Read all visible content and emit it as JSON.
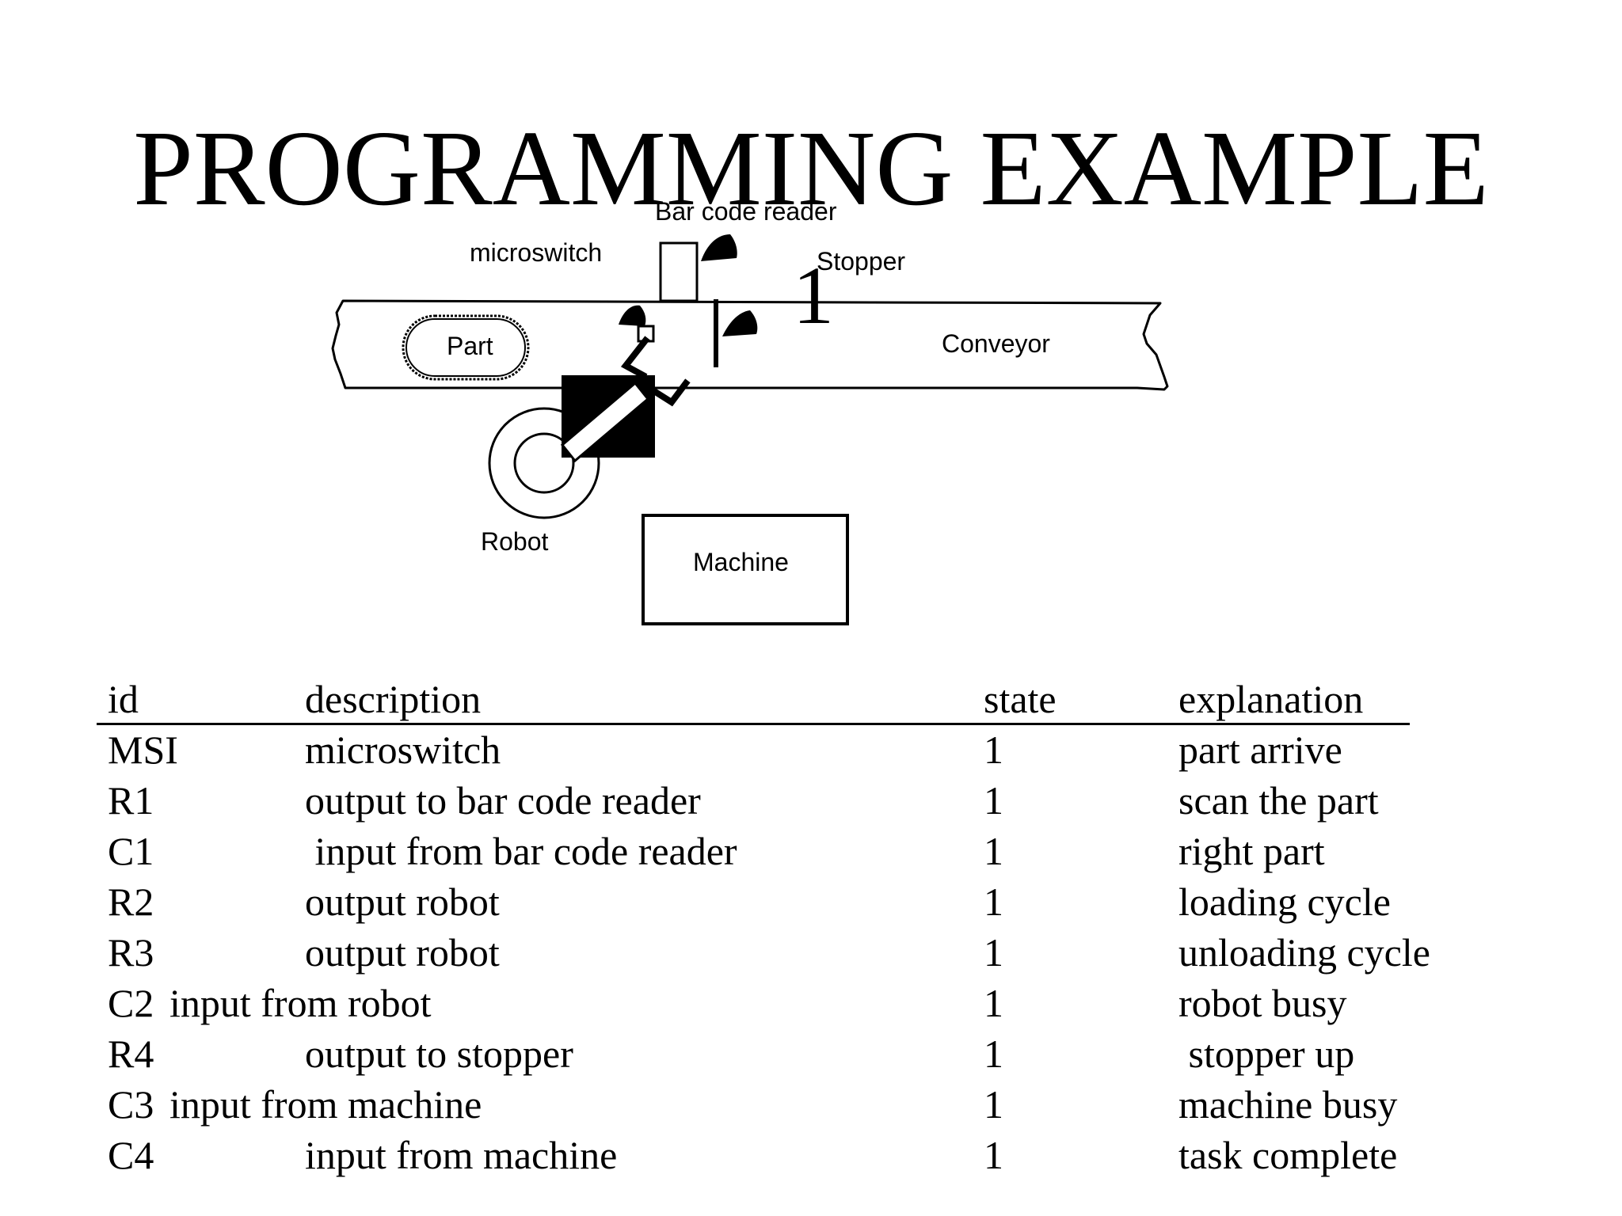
{
  "title": "PROGRAMMING EXAMPLE",
  "diagram": {
    "labels": {
      "bar_code_reader": "Bar code reader",
      "microswitch": "microswitch",
      "stopper": "Stopper",
      "stopper_mark": "1",
      "part": "Part",
      "conveyor": "Conveyor",
      "robot": "Robot",
      "machine": "Machine"
    }
  },
  "table": {
    "headers": {
      "id": "id",
      "description": "description",
      "state": "state",
      "explanation": "explanation"
    },
    "rows": [
      {
        "id": "MSI",
        "description": "microswitch",
        "state": "1",
        "explanation": "part arrive"
      },
      {
        "id": "R1",
        "description": "output to bar code reader",
        "state": "1",
        "explanation": "scan the part"
      },
      {
        "id": "C1",
        "description": " input from bar code reader",
        "state": "1",
        "explanation": "right part"
      },
      {
        "id": "R2",
        "description": "output robot",
        "state": "1",
        "explanation": "loading cycle"
      },
      {
        "id": "R3",
        "description": "output robot",
        "state": "1",
        "explanation": "unloading cycle"
      },
      {
        "id": "C2",
        "description": "input from robot",
        "state": "1",
        "explanation": "robot busy"
      },
      {
        "id": "R4",
        "description": "output to stopper",
        "state": "1",
        "explanation": " stopper up"
      },
      {
        "id": "C3",
        "description": "input from machine",
        "state": "1",
        "explanation": "machine busy"
      },
      {
        "id": "C4",
        "description": "input from machine",
        "state": "1",
        "explanation": "task complete"
      }
    ]
  }
}
